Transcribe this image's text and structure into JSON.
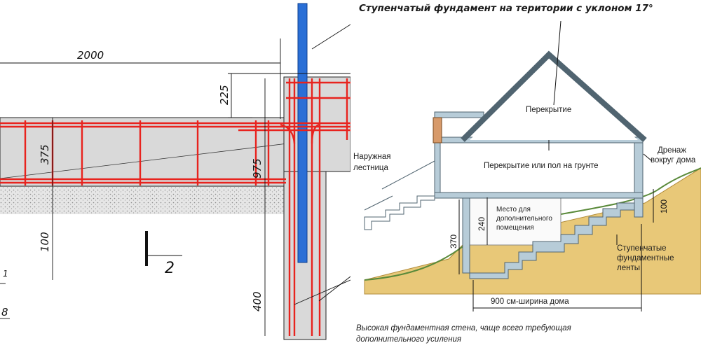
{
  "colors": {
    "rebar": "#e8231e",
    "column": "#2a6fd6",
    "concrete": "#d9d9d9",
    "gravel": "#d0d0d0",
    "soil": "#e8c878",
    "wall": "#b7ccd8",
    "drawing_line": "#111111"
  },
  "left_drawing": {
    "dim_2000": "2000",
    "dim_225": "225",
    "dim_375": "375",
    "dim_975": "975",
    "dim_100": "100",
    "dim_400": "400",
    "section_mark": "2",
    "edge_mark_1": "1",
    "edge_mark_8": "8"
  },
  "right_illustration": {
    "title": "Ступенчатый фундамент на територии с уклоном 17°",
    "roof_label": "Перекрытие",
    "floor_label": "Перекрытие или пол на грунте",
    "drainage_line1": "Дренаж",
    "drainage_line2": "вокруг дома",
    "stair_line1": "Наружная",
    "stair_line2": "лестница",
    "room_line1": "Место для",
    "room_line2": "дополнительного",
    "room_line3": "помещения",
    "dim_240": "240",
    "dim_370": "370",
    "dim_100": "100",
    "strip_line1": "Ступенчатые",
    "strip_line2": "фундаментные",
    "strip_line3": "ленты",
    "width_label": "900 см-ширина дома",
    "note_line1": "Высокая фундаментная стена, чаще всего требующая",
    "note_line2": "дополнительного усиления"
  }
}
